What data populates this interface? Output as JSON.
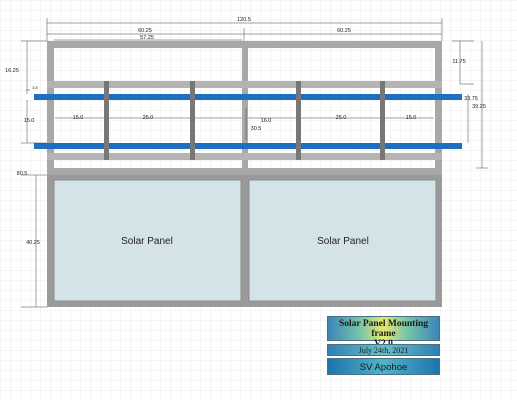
{
  "dimensions": {
    "overall_width": "120.5",
    "half_width_left": "60.25",
    "half_width_right": "60.25",
    "inner_width": "57.25",
    "top_offset": "16.25",
    "right_offset": "11.75",
    "rail_center": "33.75",
    "right_total": "39.25",
    "rail_spacing": "15.0",
    "bay_left_outer": "15.0",
    "bay_left_inner": "25.0",
    "center_gap": "16.0",
    "bay_right_inner": "25.0",
    "bay_right_outer": "15.0",
    "center_height": "30.5",
    "lower_top": "80.5",
    "panel_height": "40.25",
    "rail_tag": "3.5"
  },
  "panels": {
    "left_label": "Solar Panel",
    "right_label": "Solar Panel"
  },
  "title_block": {
    "title_line1": "Solar Panel Mounting frame",
    "title_line2": "V2.0",
    "date_text": "July 24th, 2021",
    "vessel": "SV Apohoe"
  },
  "colors": {
    "frame": "#a8a8a8",
    "rail": "#1f6fc1",
    "panel_fill": "#d4e3e8",
    "panel_border": "#8c8c8c",
    "crossbar": "#777777",
    "dimension": "#444444",
    "grid": "#dcdcdc"
  }
}
